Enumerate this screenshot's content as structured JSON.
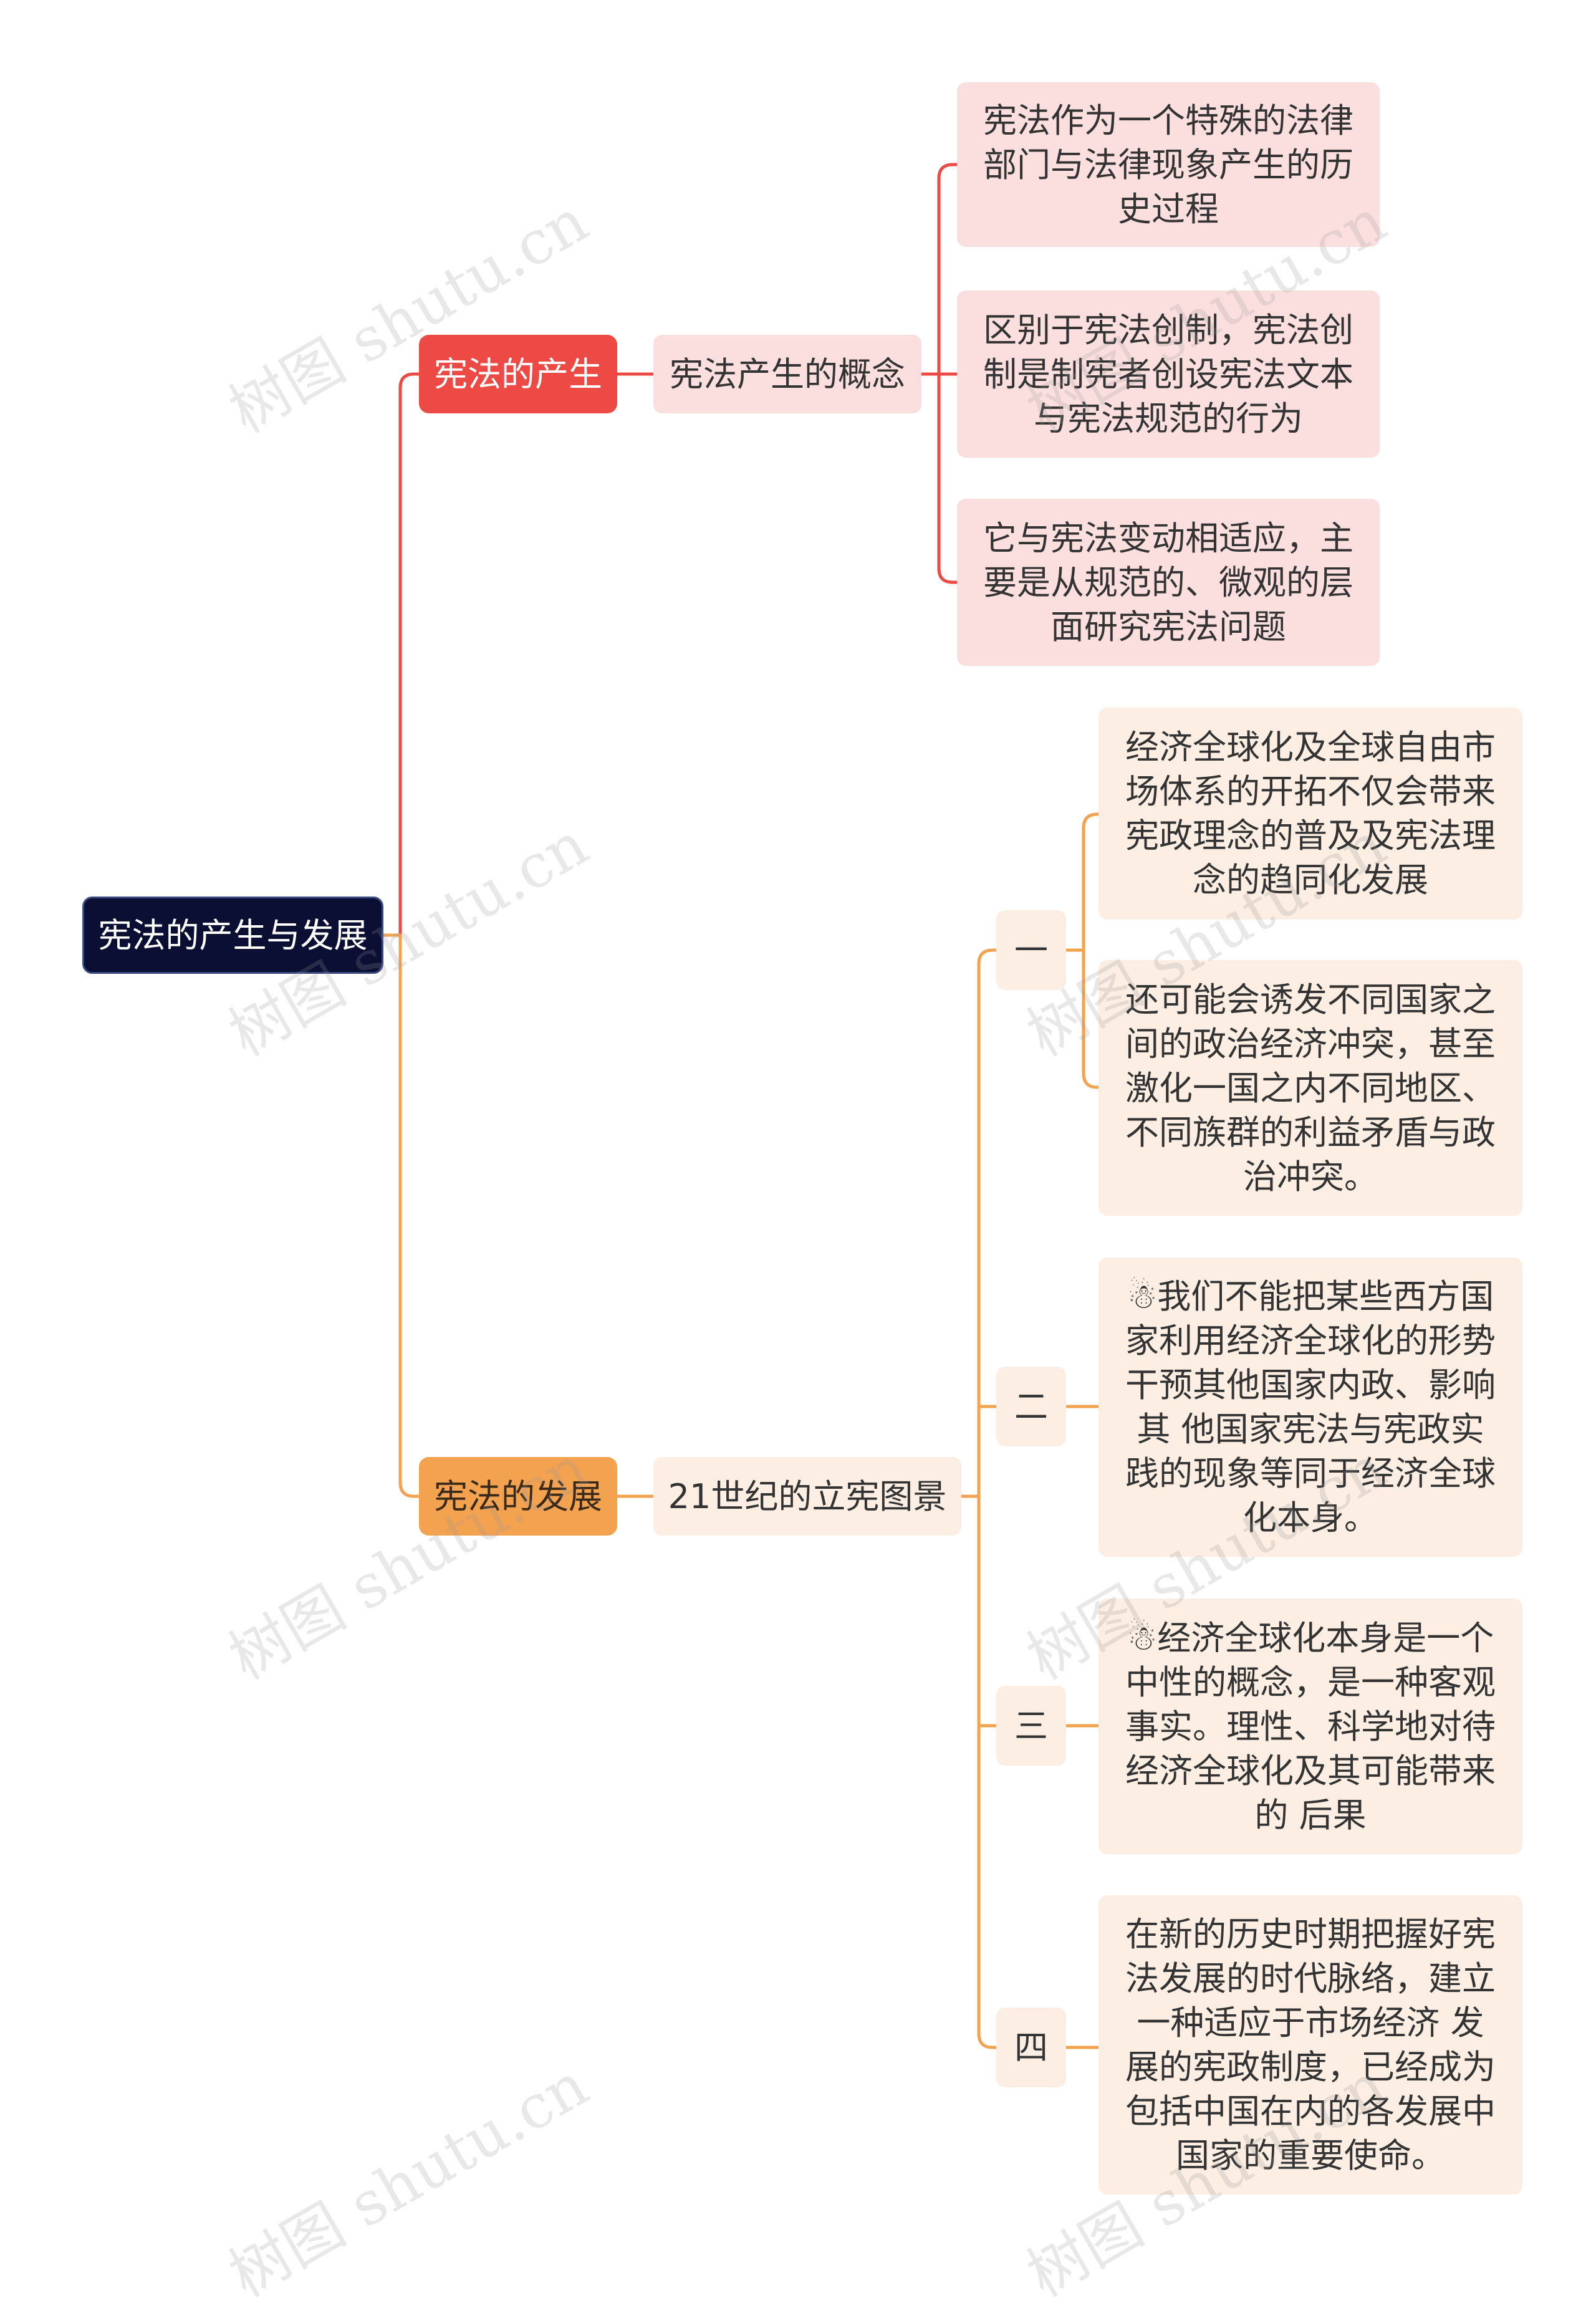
{
  "colors": {
    "root_bg": "#0b0f33",
    "red_branch": "#ee4a45",
    "orange_branch": "#f3a250",
    "pink_node": "#fbdfdf",
    "peach_node": "#fceee2"
  },
  "watermark": "树图 shutu.cn",
  "mindmap": {
    "root": "宪法的产生与发展",
    "branch1": {
      "label": "宪法的产生",
      "child": "宪法产生的概念",
      "leaves": [
        "宪法作为一个特殊的法律部门与法律现象产生的历史过程",
        "区别于宪法创制，宪法创制是制宪者创设宪法文本与宪法规范的行为",
        "它与宪法变动相适应，主要是从规范的、微观的层面研究宪法问题"
      ]
    },
    "branch2": {
      "label": "宪法的发展",
      "child": "21世纪的立宪图景",
      "groups": [
        {
          "label": "一",
          "leaves": [
            "经济全球化及全球自由市场体系的开拓不仅会带来宪政理念的普及及宪法理念的趋同化发展",
            "还可能会诱发不同国家之间的政治经济冲突，甚至激化一国之内不同地区、不同族群的利益矛盾与政治冲突。"
          ]
        },
        {
          "label": "二",
          "leaves": [
            "☃我们不能把某些西方国家利用经济全球化的形势干预其他国家内政、影响其 他国家宪法与宪政实践的现象等同于经济全球化本身。"
          ]
        },
        {
          "label": "三",
          "leaves": [
            "☃经济全球化本身是一个中性的概念，是一种客观事实。理性、科学地对待经济全球化及其可能带来的 后果"
          ]
        },
        {
          "label": "四",
          "leaves": [
            "在新的历史时期把握好宪法发展的时代脉络，建立一种适应于市场经济 发展的宪政制度，已经成为包括中国在内的各发展中国家的重要使命。"
          ]
        }
      ]
    }
  }
}
